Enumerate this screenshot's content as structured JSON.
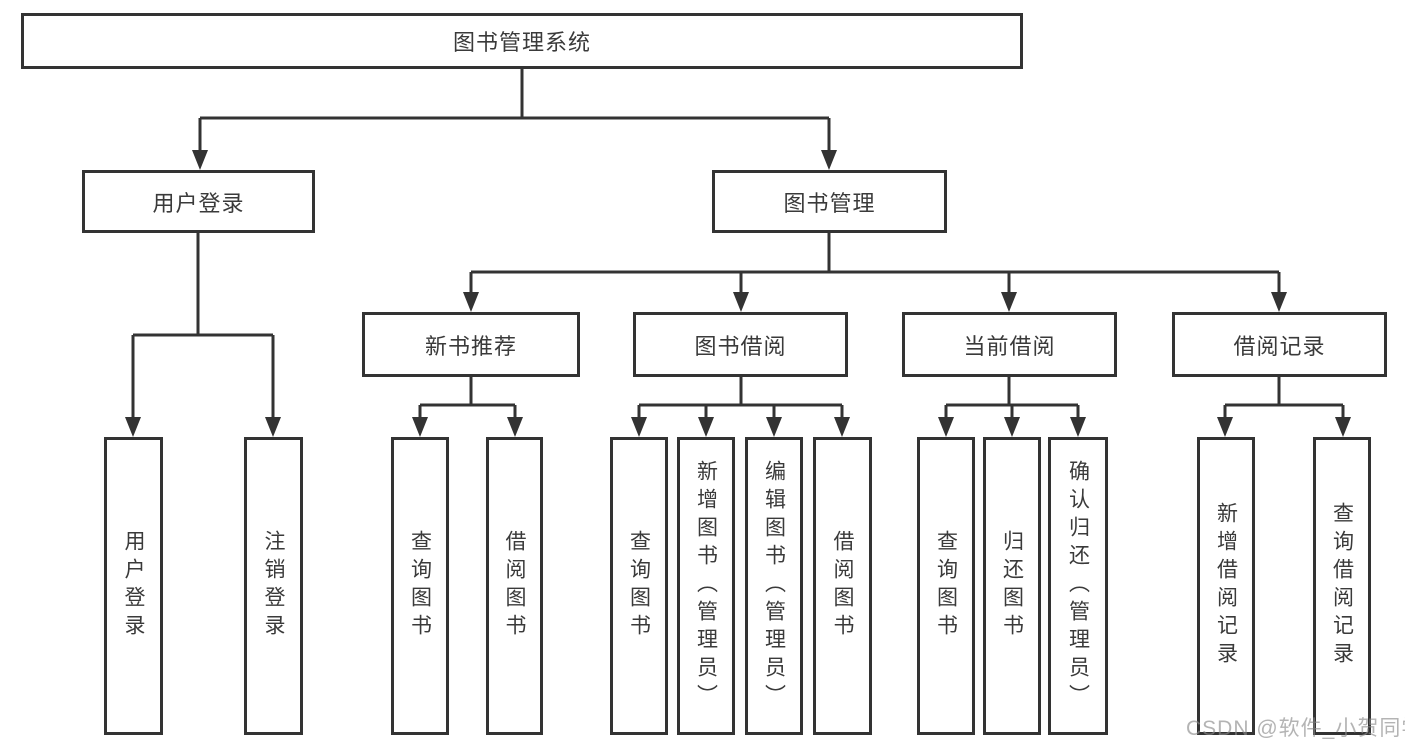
{
  "tree": {
    "root": {
      "label": "图书管理系统"
    },
    "branches": [
      {
        "label": "用户登录",
        "leaves": [
          {
            "label": "用户登录"
          },
          {
            "label": "注销登录"
          }
        ]
      },
      {
        "label": "图书管理",
        "groups": [
          {
            "label": "新书推荐",
            "leaves": [
              {
                "label": "查询图书"
              },
              {
                "label": "借阅图书"
              }
            ]
          },
          {
            "label": "图书借阅",
            "leaves": [
              {
                "label": "查询图书"
              },
              {
                "label": "新增图书（管理员）"
              },
              {
                "label": "编辑图书（管理员）"
              },
              {
                "label": "借阅图书"
              }
            ]
          },
          {
            "label": "当前借阅",
            "leaves": [
              {
                "label": "查询图书"
              },
              {
                "label": "归还图书"
              },
              {
                "label": "确认归还（管理员）"
              }
            ]
          },
          {
            "label": "借阅记录",
            "leaves": [
              {
                "label": "新增借阅记录"
              },
              {
                "label": "查询借阅记录"
              }
            ]
          }
        ]
      }
    ]
  },
  "watermark": "CSDN @软件_小贺同学",
  "colors": {
    "line": "#333333",
    "text": "#3a3a3a",
    "watermark_gray": "#8c8c8c",
    "background": "#ffffff"
  }
}
